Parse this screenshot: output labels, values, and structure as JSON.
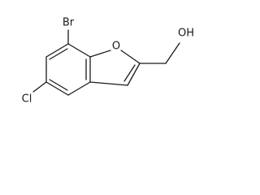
{
  "molecule": {
    "atoms": {
      "bromine": "Br",
      "ring_oxygen": "O",
      "chlorine": "Cl",
      "hydroxyl": "OH"
    }
  }
}
